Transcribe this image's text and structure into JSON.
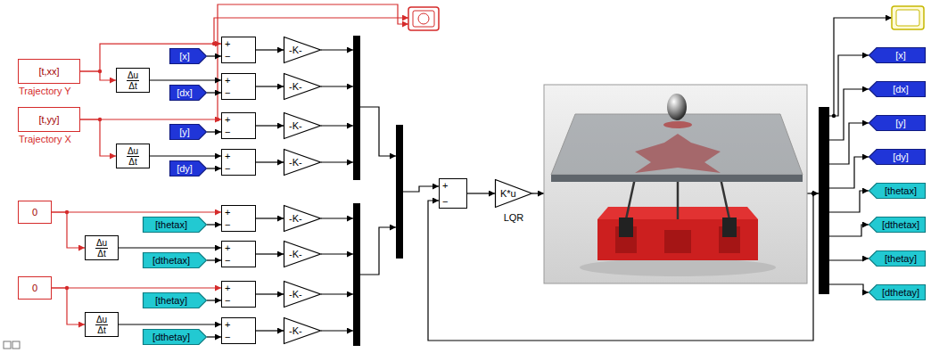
{
  "diagram": {
    "nodes": [
      {
        "text": [
          "[t,xx]",
          "Trajectory Y"
        ]
      },
      {
        "text": [
          "[t,yy]",
          "Trajectory X"
        ]
      },
      {
        "text": [
          "Δu",
          "Δt"
        ]
      },
      {
        "text": [
          "Δu",
          "Δt"
        ]
      },
      {
        "text": [
          "[x]"
        ]
      },
      {
        "text": [
          "[dx]"
        ]
      },
      {
        "text": [
          "[y]"
        ]
      },
      {
        "text": [
          "[dy]"
        ]
      },
      {
        "text": [
          "+",
          "−"
        ]
      },
      {
        "text": [
          "+",
          "−"
        ]
      },
      {
        "text": [
          "+",
          "−"
        ]
      },
      {
        "text": [
          "+",
          "−"
        ]
      },
      {
        "text": [
          "-K-"
        ]
      },
      {
        "text": [
          "-K-"
        ]
      },
      {
        "text": [
          "-K-"
        ]
      },
      {
        "text": [
          "-K-"
        ]
      },
      {
        "text": [
          "0"
        ]
      },
      {
        "text": [
          "0"
        ]
      },
      {
        "text": [
          "Δu",
          "Δt"
        ]
      },
      {
        "text": [
          "Δu",
          "Δt"
        ]
      },
      {
        "text": [
          "[thetax]"
        ]
      },
      {
        "text": [
          "[dthetax]"
        ]
      },
      {
        "text": [
          "[thetay]"
        ]
      },
      {
        "text": [
          "[dthetay]"
        ]
      },
      {
        "text": [
          "+",
          "−"
        ]
      },
      {
        "text": [
          "+",
          "−"
        ]
      },
      {
        "text": [
          "+",
          "−"
        ]
      },
      {
        "text": [
          "+",
          "−"
        ]
      },
      {
        "text": [
          "-K-"
        ]
      },
      {
        "text": [
          "-K-"
        ]
      },
      {
        "text": [
          "-K-"
        ]
      },
      {
        "text": [
          "-K-"
        ]
      },
      {
        "text": [
          "+",
          "−"
        ]
      },
      {
        "text": [
          "K*u",
          "LQR"
        ]
      },
      {
        "text": [
          "[x]"
        ]
      },
      {
        "text": [
          "[dx]"
        ]
      },
      {
        "text": [
          "[y]"
        ]
      },
      {
        "text": [
          "[dy]"
        ]
      },
      {
        "text": [
          "[thetax]"
        ]
      },
      {
        "text": [
          "[dthetax]"
        ]
      },
      {
        "text": [
          "[thetay]"
        ]
      },
      {
        "text": [
          "[dthetay]"
        ]
      }
    ],
    "edges": [
      {
        "from": 0,
        "to": 2,
        "arrow": "to"
      },
      {
        "from": 0,
        "to": 8,
        "arrow": "to"
      },
      {
        "from": 2,
        "to": 9,
        "arrow": "to"
      },
      {
        "from": 4,
        "to": 8,
        "arrow": "to"
      },
      {
        "from": 5,
        "to": 9,
        "arrow": "to"
      },
      {
        "from": 1,
        "to": 3,
        "arrow": "to"
      },
      {
        "from": 1,
        "to": 10,
        "arrow": "to"
      },
      {
        "from": 3,
        "to": 11,
        "arrow": "to"
      },
      {
        "from": 6,
        "to": 10,
        "arrow": "to"
      },
      {
        "from": 7,
        "to": 11,
        "arrow": "to"
      },
      {
        "from": 8,
        "to": 12,
        "arrow": "to"
      },
      {
        "from": 9,
        "to": 13,
        "arrow": "to"
      },
      {
        "from": 10,
        "to": 14,
        "arrow": "to"
      },
      {
        "from": 11,
        "to": 15,
        "arrow": "to"
      },
      {
        "from": 16,
        "to": 18,
        "arrow": "to"
      },
      {
        "from": 16,
        "to": 24,
        "arrow": "to"
      },
      {
        "from": 18,
        "to": 25,
        "arrow": "to"
      },
      {
        "from": 20,
        "to": 24,
        "arrow": "to"
      },
      {
        "from": 21,
        "to": 25,
        "arrow": "to"
      },
      {
        "from": 17,
        "to": 19,
        "arrow": "to"
      },
      {
        "from": 17,
        "to": 26,
        "arrow": "to"
      },
      {
        "from": 19,
        "to": 27,
        "arrow": "to"
      },
      {
        "from": 22,
        "to": 26,
        "arrow": "to"
      },
      {
        "from": 23,
        "to": 27,
        "arrow": "to"
      },
      {
        "from": 24,
        "to": 28,
        "arrow": "to"
      },
      {
        "from": 25,
        "to": 29,
        "arrow": "to"
      },
      {
        "from": 26,
        "to": 30,
        "arrow": "to"
      },
      {
        "from": 27,
        "to": 31,
        "arrow": "to"
      },
      {
        "from": 32,
        "to": 33,
        "arrow": "to"
      }
    ]
  }
}
